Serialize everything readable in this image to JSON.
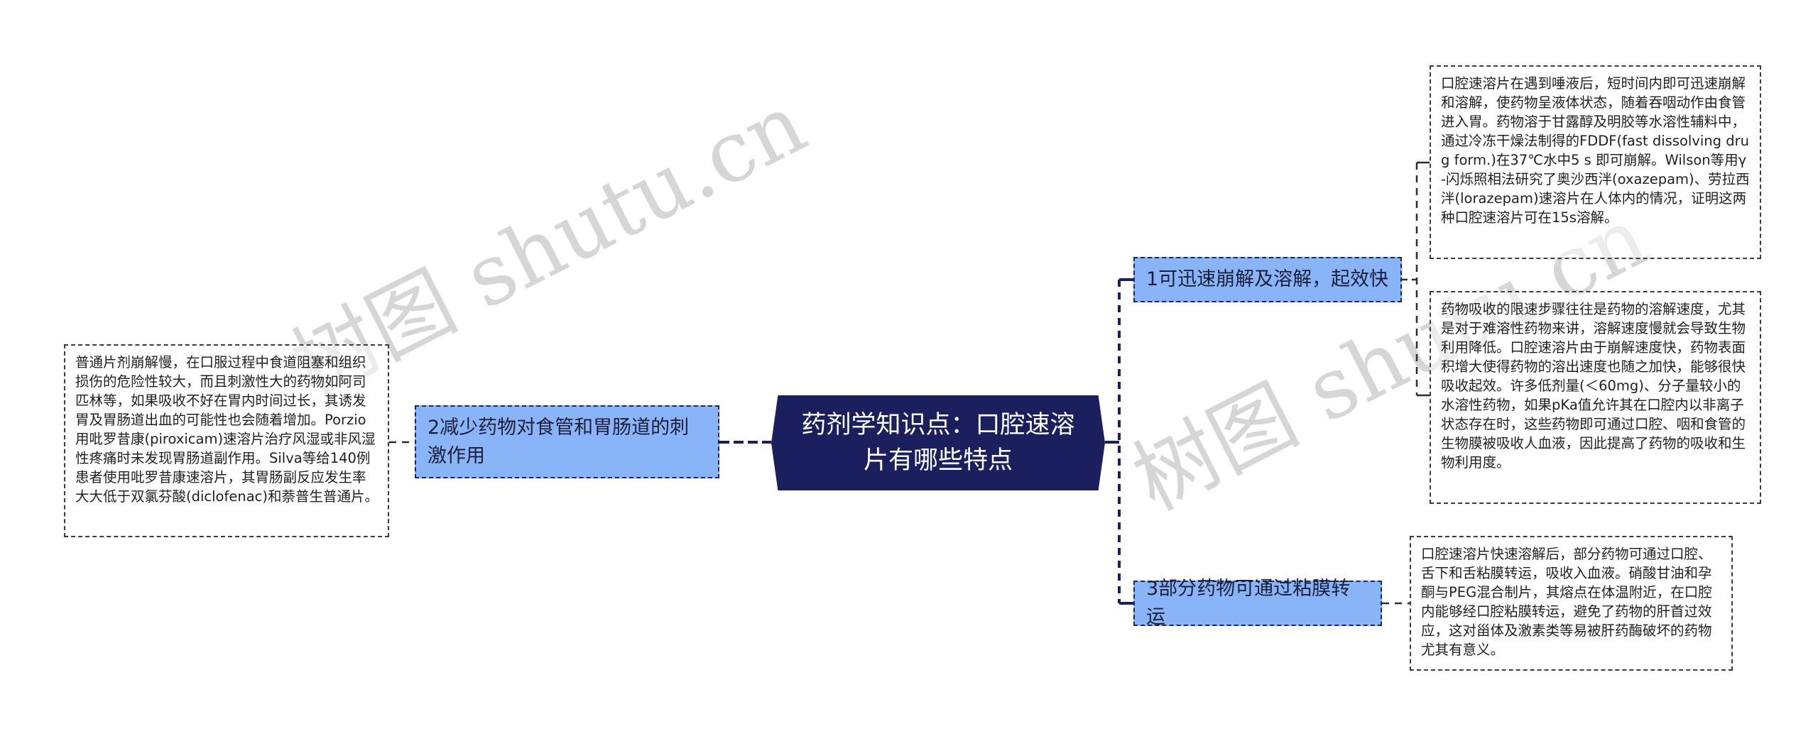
{
  "watermarks": [
    "树图 shutu.cn",
    "树图 shutu.cn"
  ],
  "central_topic": {
    "label": "药剂学知识点：口腔速溶片有哪些特点",
    "color": "#1b1f5e"
  },
  "branch_color": "#8ab4f8",
  "branches": [
    {
      "label": "1可迅速崩解及溶解，起效快",
      "side": "right",
      "details": [
        "口腔速溶片在遇到唾液后，短时间内即可迅速崩解和溶解，使药物呈液体状态，随着吞咽动作由食管进入胃。药物溶于甘露醇及明胶等水溶性辅料中，通过冷冻干燥法制得的FDDF(fast dissolving drug form.)在37℃水中5 s 即可崩解。Wilson等用γ-闪烁照相法研究了奥沙西泮(oxazepam)、劳拉西泮(lorazepam)速溶片在人体内的情况，证明这两种口腔速溶片可在15s溶解。",
        "药物吸收的限速步骤往往是药物的溶解速度，尤其是对于难溶性药物来讲，溶解速度慢就会导致生物利用降低。口腔速溶片由于崩解速度快，药物表面积增大使得药物的溶出速度也随之加快，能够很快吸收起效。许多低剂量(＜60mg)、分子量较小的水溶性药物，如果pKa值允许其在口腔内以非离子状态存在时，这些药物即可通过口腔、咽和食管的生物膜被吸收人血液，因此提高了药物的吸收和生物利用度。"
      ]
    },
    {
      "label": "2减少药物对食管和胃肠道的刺激作用",
      "side": "left",
      "details": [
        "普通片剂崩解慢，在口服过程中食道阻塞和组织损伤的危险性较大，而且刺激性大的药物如阿司匹林等，如果吸收不好在胃内时间过长，其诱发胃及胃肠道出血的可能性也会随着增加。Porzio用吡罗昔康(piroxicam)速溶片治疗风湿或非风湿性疼痛时未发现胃肠道副作用。Silva等给140例患者使用吡罗昔康速溶片，其胃肠副反应发生率大大低于双氯芬酸(diclofenac)和萘普生普通片。"
      ]
    },
    {
      "label": "3部分药物可通过粘膜转运",
      "side": "right",
      "details": [
        "口腔速溶片快速溶解后，部分药物可通过口腔、舌下和舌粘膜转运，吸收入血液。硝酸甘油和孕酮与PEG混合制片，其熔点在体温附近，在口腔内能够经口腔粘膜转运，避免了药物的肝首过效应，这对甾体及激素类等易被肝药酶破坏的药物尤其有意义。"
      ]
    }
  ]
}
